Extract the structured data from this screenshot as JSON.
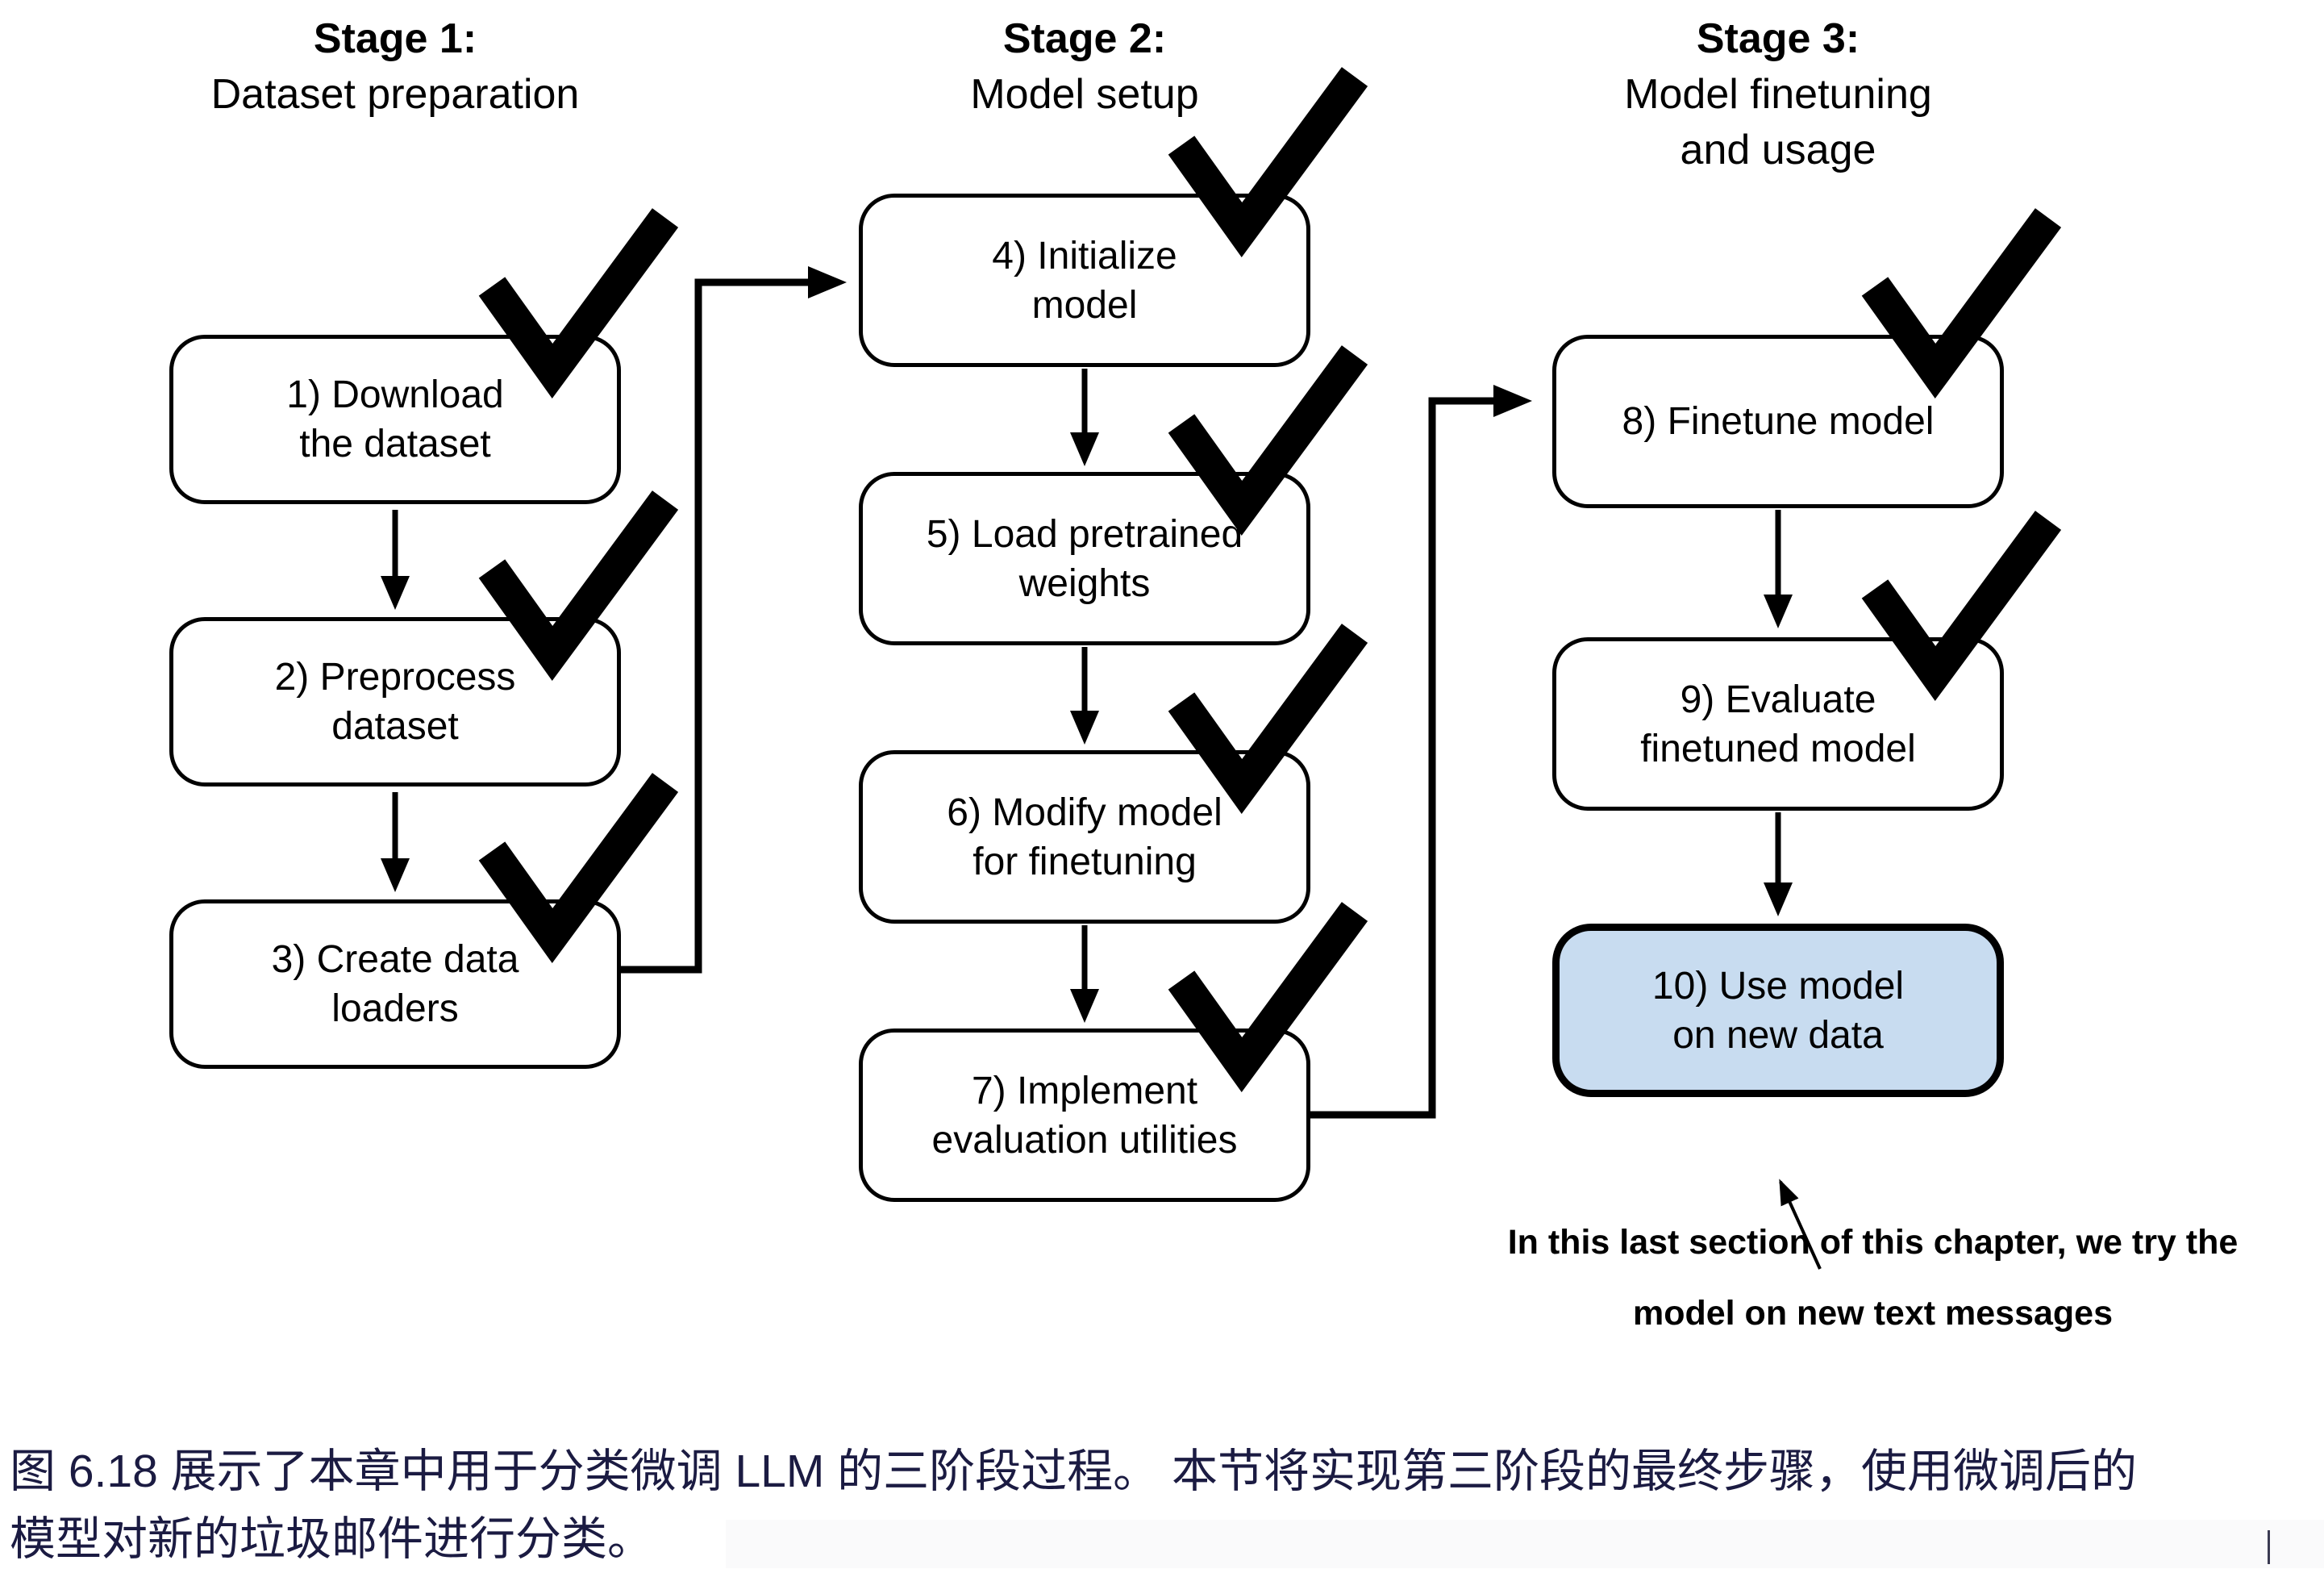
{
  "stages": [
    {
      "title": "Stage 1:",
      "subtitle1": "Dataset preparation",
      "subtitle2": ""
    },
    {
      "title": "Stage 2:",
      "subtitle1": "Model setup",
      "subtitle2": ""
    },
    {
      "title": "Stage 3:",
      "subtitle1": "Model finetuning",
      "subtitle2": "and usage"
    }
  ],
  "steps": [
    {
      "line1": "1) Download",
      "line2": "the dataset",
      "checked": true,
      "highlighted": false
    },
    {
      "line1": "2) Preprocess",
      "line2": "dataset",
      "checked": true,
      "highlighted": false
    },
    {
      "line1": "3) Create data",
      "line2": "loaders",
      "checked": true,
      "highlighted": false
    },
    {
      "line1": "4) Initialize",
      "line2": "model",
      "checked": true,
      "highlighted": false
    },
    {
      "line1": "5) Load pretrained",
      "line2": "weights",
      "checked": true,
      "highlighted": false
    },
    {
      "line1": "6) Modify model",
      "line2": "for finetuning",
      "checked": true,
      "highlighted": false
    },
    {
      "line1": "7) Implement",
      "line2": "evaluation utilities",
      "checked": true,
      "highlighted": false
    },
    {
      "line1": "8) Finetune model",
      "line2": "",
      "checked": true,
      "highlighted": false
    },
    {
      "line1": "9) Evaluate",
      "line2": "finetuned model",
      "checked": true,
      "highlighted": false
    },
    {
      "line1": "10) Use model",
      "line2": "on new data",
      "checked": false,
      "highlighted": true
    }
  ],
  "annotation": {
    "line1": "In this last section of this chapter, we try the",
    "line2": "model on new text messages"
  },
  "caption": {
    "line1": "图 6.18 展示了本章中用于分类微调 LLM 的三阶段过程。 本节将实现第三阶段的最终步骤，使用微调后的",
    "line2": "模型对新的垃圾邮件进行分类。"
  },
  "colors": {
    "highlight_fill": "#c8dcf0",
    "line": "#000000",
    "caption_text": "#1b1b42"
  }
}
